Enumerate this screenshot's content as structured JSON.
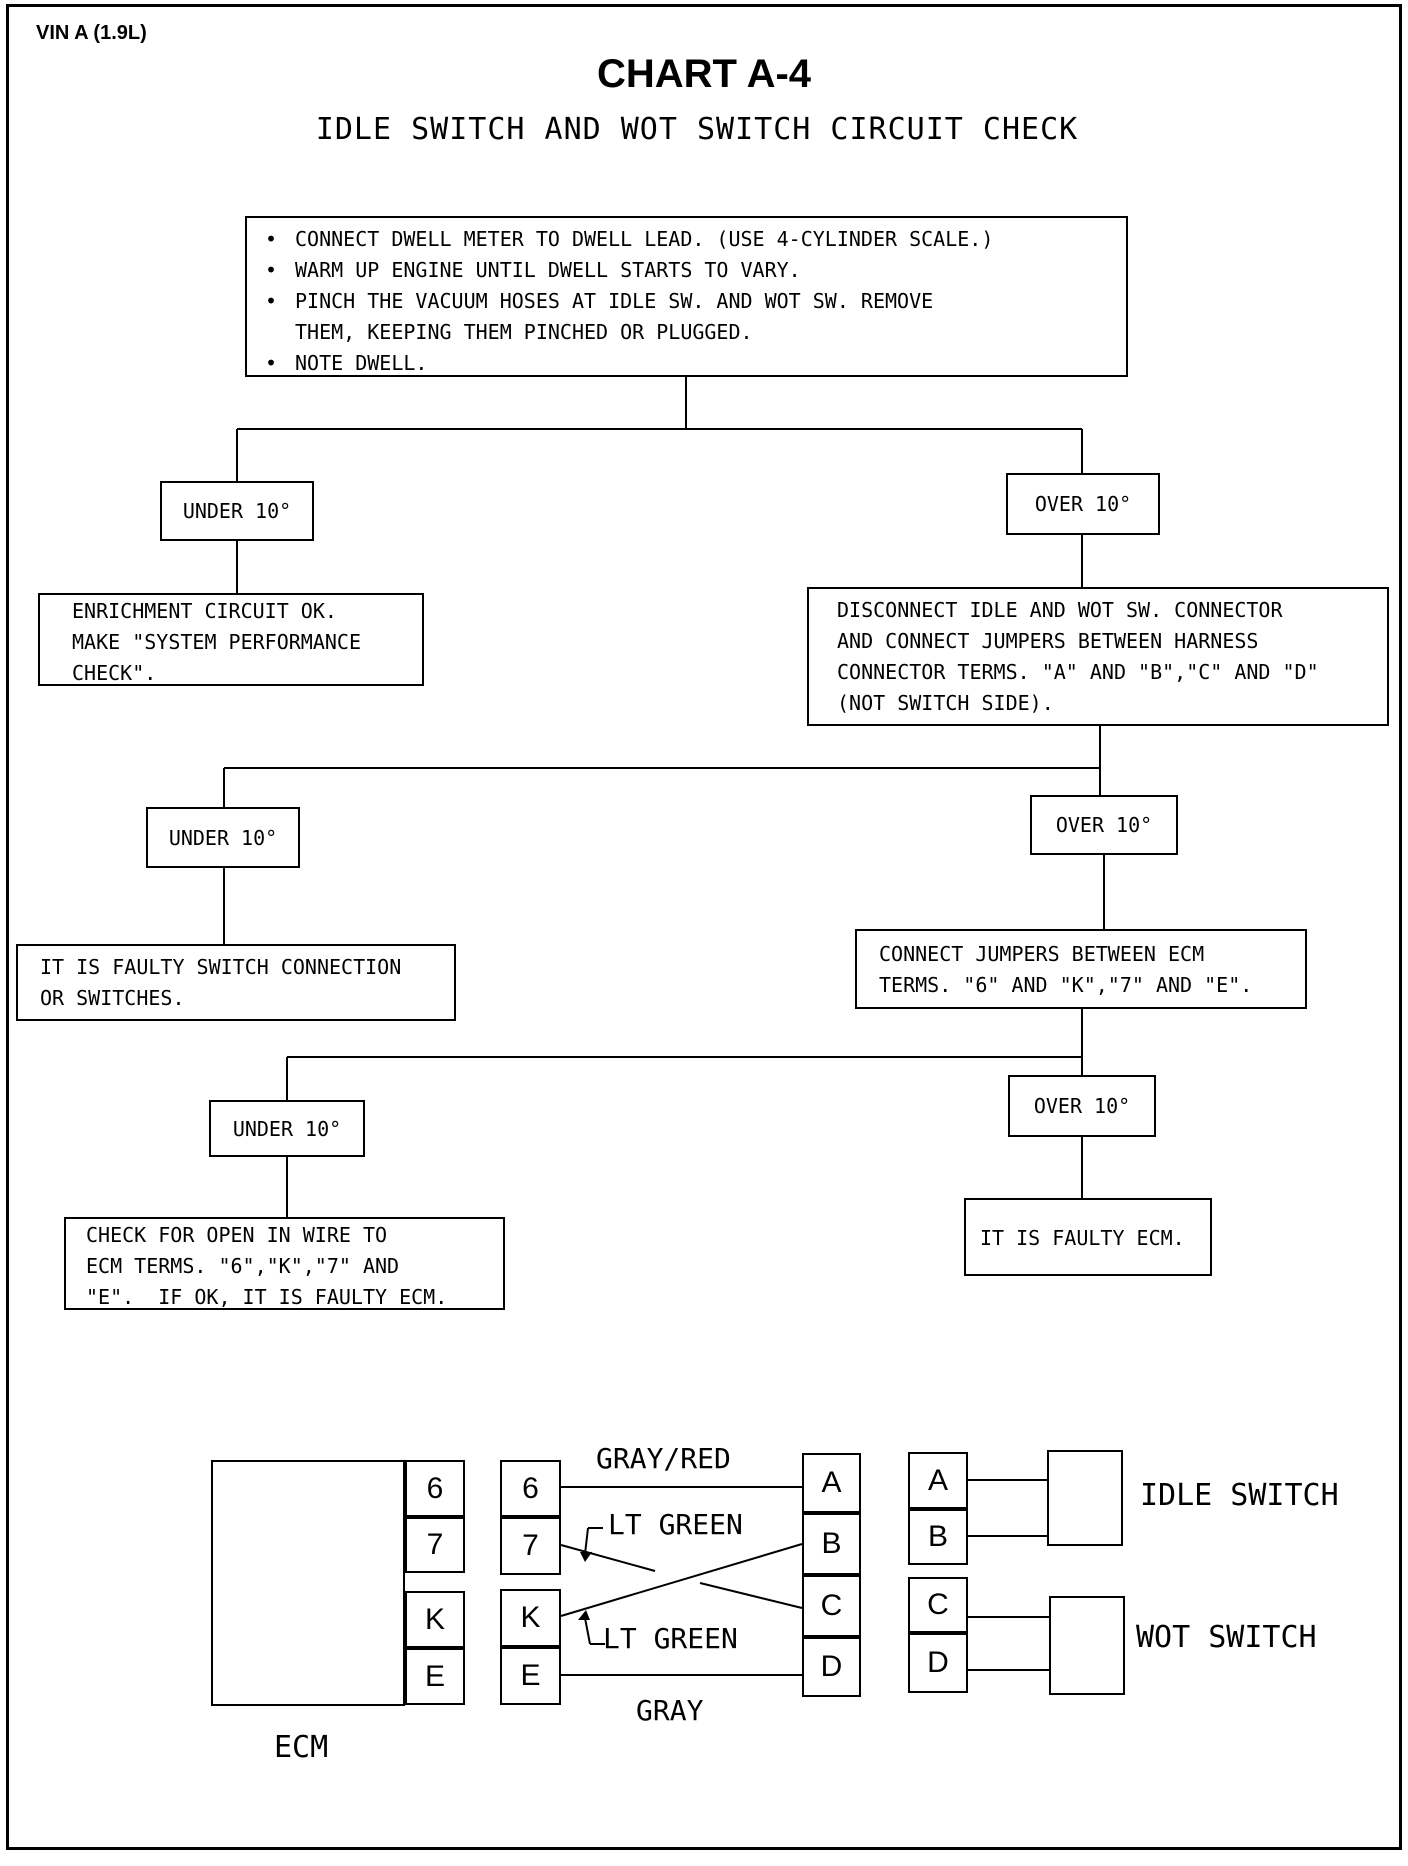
{
  "header": {
    "vin": "VIN A (1.9L)",
    "chart_title": "CHART A-4",
    "subtitle": "IDLE SWITCH AND WOT SWITCH CIRCUIT CHECK"
  },
  "flowchart": {
    "start": {
      "bullets": [
        "CONNECT DWELL METER TO DWELL LEAD. (USE 4-CYLINDER SCALE.)",
        "WARM UP ENGINE UNTIL DWELL STARTS TO VARY.",
        "PINCH THE VACUUM HOSES AT IDLE SW. AND WOT SW. REMOVE",
        "NOTE DWELL."
      ],
      "bullet_3_cont": "THEM, KEEPING THEM PINCHED OR PLUGGED."
    },
    "level1": {
      "under_label": "UNDER 10°",
      "over_label": "OVER 10°",
      "under_result": [
        "ENRICHMENT CIRCUIT OK.",
        "MAKE \"SYSTEM PERFORMANCE",
        "CHECK\"."
      ],
      "over_action": [
        "DISCONNECT IDLE AND WOT SW. CONNECTOR",
        "AND CONNECT JUMPERS BETWEEN HARNESS",
        "CONNECTOR TERMS. \"A\" AND \"B\",\"C\" AND \"D\"",
        "(NOT SWITCH SIDE)."
      ]
    },
    "level2": {
      "under_label": "UNDER 10°",
      "over_label": "OVER 10°",
      "under_result": [
        "IT IS FAULTY SWITCH CONNECTION",
        "OR SWITCHES."
      ],
      "over_action": [
        "CONNECT JUMPERS BETWEEN ECM",
        "TERMS. \"6\" AND \"K\",\"7\" AND \"E\"."
      ]
    },
    "level3": {
      "under_label": "UNDER 10°",
      "over_label": "OVER 10°",
      "under_result": [
        "CHECK FOR OPEN IN WIRE TO",
        "ECM TERMS. \"6\",\"K\",\"7\" AND",
        "\"E\".  IF OK, IT IS FAULTY ECM."
      ],
      "over_result": "IT IS FAULTY ECM."
    }
  },
  "wiring": {
    "ecm_label": "ECM",
    "ecm_pins": [
      "6",
      "7",
      "K",
      "E"
    ],
    "harness_pins_left": [
      "6",
      "7",
      "K",
      "E"
    ],
    "harness_pins_right": [
      "A",
      "B",
      "C",
      "D"
    ],
    "switch_pins": [
      "A",
      "B",
      "C",
      "D"
    ],
    "wire_labels": {
      "gray_red": "GRAY/RED",
      "lt_green_top": "LT GREEN",
      "lt_green_bottom": "LT GREEN",
      "gray": "GRAY"
    },
    "idle_switch": "IDLE SWITCH",
    "wot_switch": "WOT SWITCH"
  }
}
